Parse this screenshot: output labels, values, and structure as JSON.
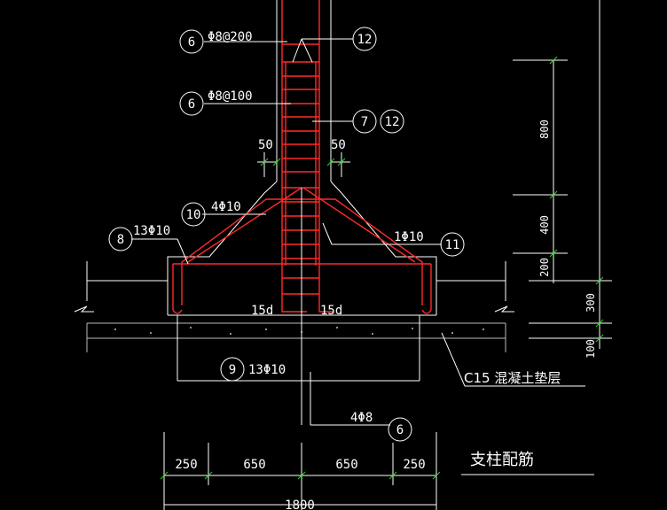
{
  "colors": {
    "background": "#000000",
    "line": "#ffffff",
    "rebar": "#ff2a2a",
    "dimension_tick": "#19e019"
  },
  "callouts": [
    {
      "num": "6",
      "text": "Φ8@200"
    },
    {
      "num": "6",
      "text": "Φ8@100"
    },
    {
      "num": "12",
      "text": ""
    },
    {
      "num": "7",
      "text": ""
    },
    {
      "num": "12",
      "text": ""
    },
    {
      "num": "10",
      "text": "4Φ10"
    },
    {
      "num": "8",
      "text": "13Φ10"
    },
    {
      "num": "11",
      "text": "1Φ10"
    },
    {
      "num": "9",
      "text": "13Φ10"
    },
    {
      "num": "6",
      "text": "4Φ8"
    }
  ],
  "labels": {
    "offset_left": "50",
    "offset_right": "50",
    "anchor_left": "15d",
    "anchor_right": "15d",
    "cushion": "C15  混凝土垫层",
    "title": "支柱配筋"
  },
  "dims_bottom": [
    "250",
    "650",
    "650",
    "250"
  ],
  "dim_total": "1800",
  "dims_right": [
    "800",
    "400",
    "200",
    "300",
    "100"
  ]
}
